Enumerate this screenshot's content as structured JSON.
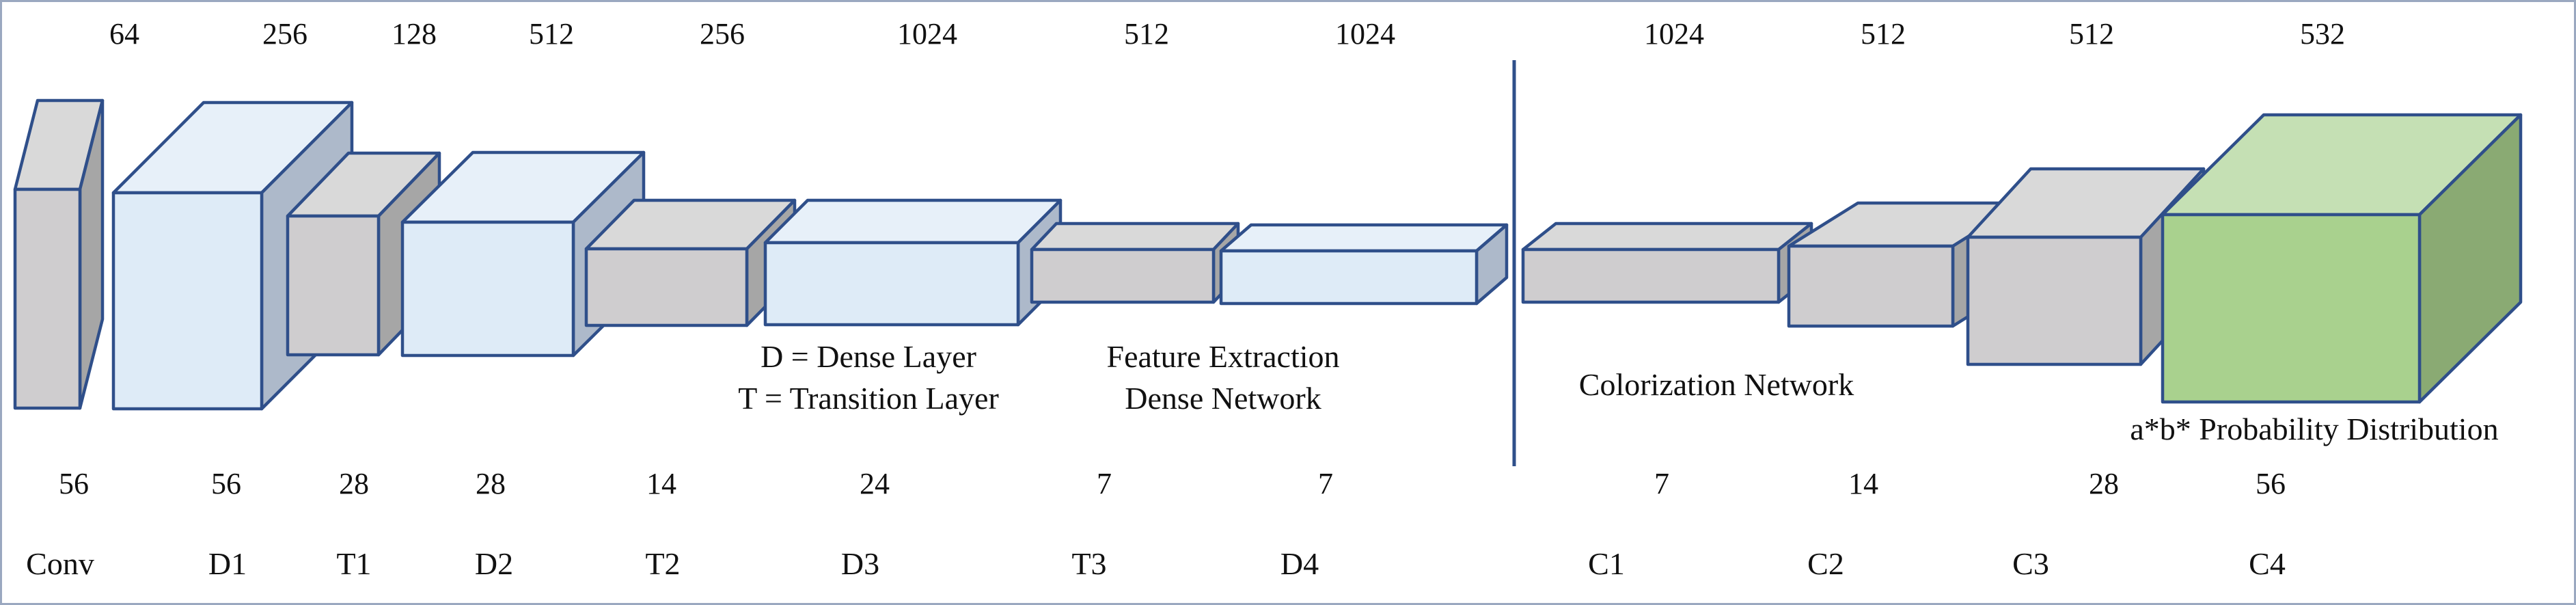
{
  "colors": {
    "gray_front": "#cfcdcf",
    "gray_top": "#d9d9d9",
    "gray_side": "#a6a6a6",
    "blue_front": "#deebf7",
    "blue_top": "#e7f0f9",
    "blue_side": "#adb9ca",
    "green_front": "#a9d18e",
    "green_top": "#c5e0b4",
    "green_side": "#8aaa73",
    "edge": "#2f4f8a",
    "frame": "#9aa8c0"
  },
  "layers": [
    {
      "id": "conv",
      "name": "Conv",
      "channels": "64",
      "spatial": "56",
      "color": "gray"
    },
    {
      "id": "d1",
      "name": "D1",
      "channels": "256",
      "spatial": "56",
      "color": "blue"
    },
    {
      "id": "t1",
      "name": "T1",
      "channels": "128",
      "spatial": "28",
      "color": "gray"
    },
    {
      "id": "d2",
      "name": "D2",
      "channels": "512",
      "spatial": "28",
      "color": "blue"
    },
    {
      "id": "t2",
      "name": "T2",
      "channels": "256",
      "spatial": "14",
      "color": "gray"
    },
    {
      "id": "d3",
      "name": "D3",
      "channels": "1024",
      "spatial": "24",
      "color": "blue"
    },
    {
      "id": "t3",
      "name": "T3",
      "channels": "512",
      "spatial": "7",
      "color": "gray"
    },
    {
      "id": "d4",
      "name": "D4",
      "channels": "1024",
      "spatial": "7",
      "color": "blue"
    },
    {
      "id": "c1",
      "name": "C1",
      "channels": "1024",
      "spatial": "7",
      "color": "gray"
    },
    {
      "id": "c2",
      "name": "C2",
      "channels": "512",
      "spatial": "14",
      "color": "gray"
    },
    {
      "id": "c3",
      "name": "C3",
      "channels": "512",
      "spatial": "28",
      "color": "gray"
    },
    {
      "id": "c4",
      "name": "C4",
      "channels": "532",
      "spatial": "56",
      "color": "green"
    }
  ],
  "annotations": {
    "legend_dense": "D = Dense Layer",
    "legend_transition": "T = Transition Layer",
    "feature_line1": "Feature Extraction",
    "feature_line2": "Dense Network",
    "colorization": "Colorization Network",
    "distribution": "a*b* Probability Distribution"
  }
}
